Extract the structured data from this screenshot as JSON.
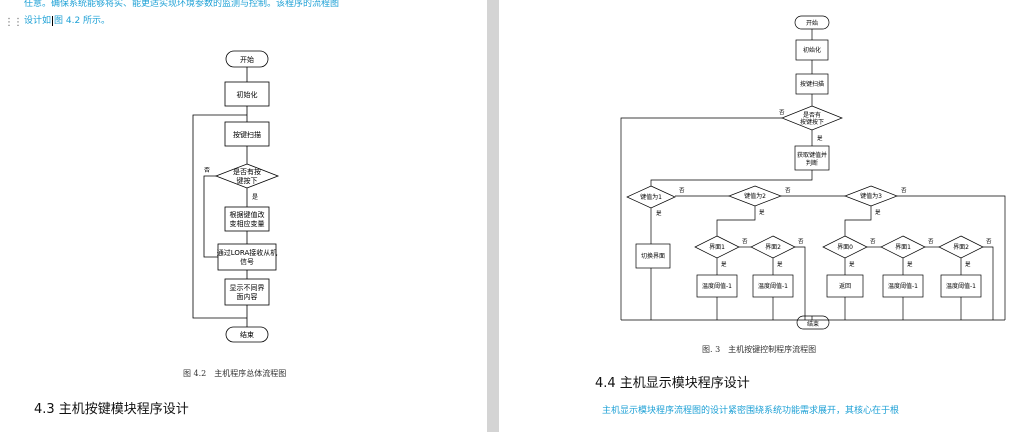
{
  "left_page": {
    "para_top_line1": "任意。确保系统能够将实、能更适实现环境参数的监测与控制。该程序的流程图",
    "para_top_line2a": "设计如",
    "para_top_line2b": "图 4.2 所示。",
    "flowchart": {
      "start": "开始",
      "init": "初始化",
      "scan": "按键扫描",
      "decision_line1": "是否有按",
      "decision_line2": "键按下",
      "yes": "是",
      "no": "否",
      "modify_line1": "根据键值改",
      "modify_line2": "变相应变量",
      "receive_line1": "通过LORA接收从机",
      "receive_line2": "信号",
      "display_line1": "显示不同界",
      "display_line2": "面内容",
      "end": "结束"
    },
    "caption": "图 4.2　主机程序总体流程图",
    "heading": "4.3 主机按键模块程序设计"
  },
  "right_page": {
    "flowchart": {
      "start": "开始",
      "init": "初始化",
      "scan": "按键扫描",
      "decision_line1": "是否有",
      "decision_line2": "按键按下",
      "yes": "是",
      "no": "否",
      "read_line1": "获取键值并",
      "read_line2": "判断",
      "key1": "键值为1",
      "key2": "键值为2",
      "key3": "键值为3",
      "switch": "切换界面",
      "screen1": "界面1",
      "screen2": "界面2",
      "screen0": "界面0",
      "temp_minus": "温度阈值-1",
      "back": "返回",
      "end": "结束"
    },
    "caption": "图. 3　主机按键控制程序流程图",
    "heading": "4.4 主机显示模块程序设计",
    "para": "主机显示模块程序流程图的设计紧密围绕系统功能需求展开，其核心在于根"
  }
}
